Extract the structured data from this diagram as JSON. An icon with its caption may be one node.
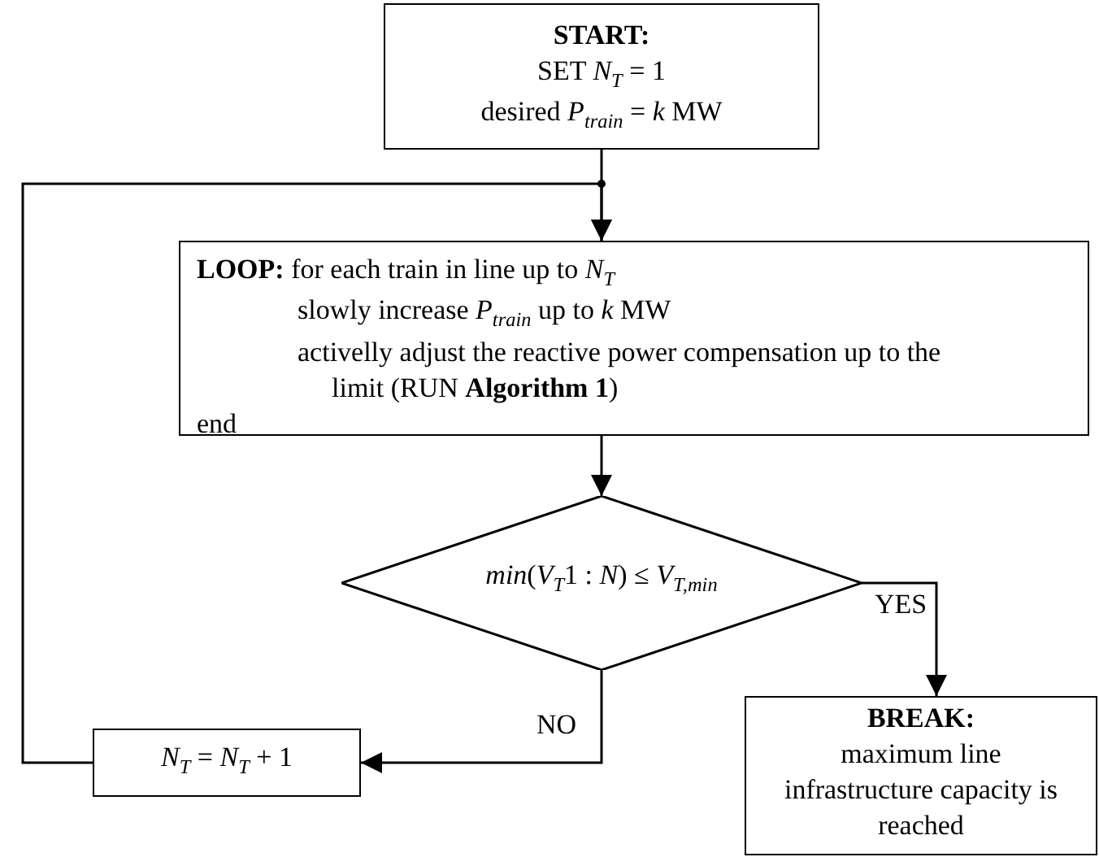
{
  "diagram": {
    "nodes": [
      {
        "text": [
          "START:",
          "SET *N*$_{T}$ = 1",
          "desired *P*$_{train}$ = *k* MW"
        ]
      },
      {
        "text": [
          "**LOOP:** for each train in line up to *N*$_{T}$",
          "slowly increase *P*$_{train}$ up to *k* MW",
          "activelly adjust the reactive power compensation up to the limit (RUN **Algorithm 1**)",
          "end"
        ]
      },
      {
        "text": [
          "*min*(*V*$_{T}$1 : *N*) ≤ *V*$_{T,min}$"
        ]
      },
      {
        "text": [
          "*N*$_{T}$ = *N*$_{T}$ + 1"
        ]
      },
      {
        "text": [
          "BREAK:",
          "maximum line infrastructure capacity is reached"
        ]
      }
    ],
    "edges": [
      {
        "from": 0,
        "to": 1,
        "arrow": "to"
      },
      {
        "from": 1,
        "to": 2,
        "arrow": "to"
      },
      {
        "from": 2,
        "to": 4,
        "arrow": "to",
        "label": "YES"
      },
      {
        "from": 2,
        "to": 3,
        "arrow": "to",
        "label": "NO"
      },
      {
        "from": 3,
        "to": 1,
        "arrow": "to"
      }
    ]
  }
}
